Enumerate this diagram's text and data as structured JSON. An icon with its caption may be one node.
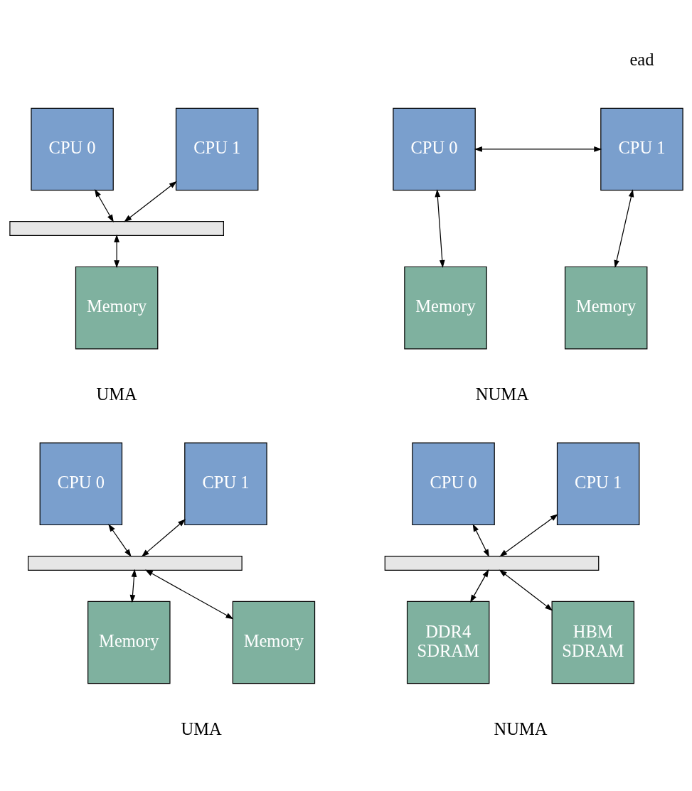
{
  "diagram": {
    "nodes": [
      {
        "text": [
          "CPU 0"
        ]
      },
      {
        "text": [
          "CPU 1"
        ]
      },
      {
        "text": [],
        "shape": "bar"
      },
      {
        "text": [
          "Memory"
        ]
      },
      {
        "text": [
          "CPU 0"
        ]
      },
      {
        "text": [
          "CPU 1"
        ]
      },
      {
        "text": [
          "Memory"
        ]
      },
      {
        "text": [
          "Memory"
        ]
      },
      {
        "text": [
          "CPU 0"
        ]
      },
      {
        "text": [
          "CPU 1"
        ]
      },
      {
        "text": [],
        "shape": "bar"
      },
      {
        "text": [
          "Memory"
        ]
      },
      {
        "text": [
          "Memory"
        ]
      },
      {
        "text": [
          "CPU 0"
        ]
      },
      {
        "text": [
          "CPU 1"
        ]
      },
      {
        "text": [],
        "shape": "bar"
      },
      {
        "text": [
          "DDR4 SDRAM"
        ]
      },
      {
        "text": [
          "HBM SDRAM"
        ]
      }
    ],
    "edges": [
      {
        "from": 0,
        "to": 2,
        "arrow": "both"
      },
      {
        "from": 1,
        "to": 2,
        "arrow": "both"
      },
      {
        "from": 2,
        "to": 3,
        "arrow": "both"
      },
      {
        "from": 4,
        "to": 5,
        "arrow": "both"
      },
      {
        "from": 4,
        "to": 6,
        "arrow": "both"
      },
      {
        "from": 5,
        "to": 7,
        "arrow": "both"
      },
      {
        "from": 8,
        "to": 10,
        "arrow": "both"
      },
      {
        "from": 9,
        "to": 10,
        "arrow": "both"
      },
      {
        "from": 10,
        "to": 11,
        "arrow": "both"
      },
      {
        "from": 10,
        "to": 12,
        "arrow": "both"
      },
      {
        "from": 13,
        "to": 15,
        "arrow": "both"
      },
      {
        "from": 14,
        "to": 15,
        "arrow": "both"
      },
      {
        "from": 15,
        "to": 16,
        "arrow": "both"
      },
      {
        "from": 15,
        "to": 17,
        "arrow": "both"
      }
    ],
    "labels": [
      "ead",
      "UMA",
      "NUMA",
      "UMA",
      "NUMA"
    ]
  }
}
